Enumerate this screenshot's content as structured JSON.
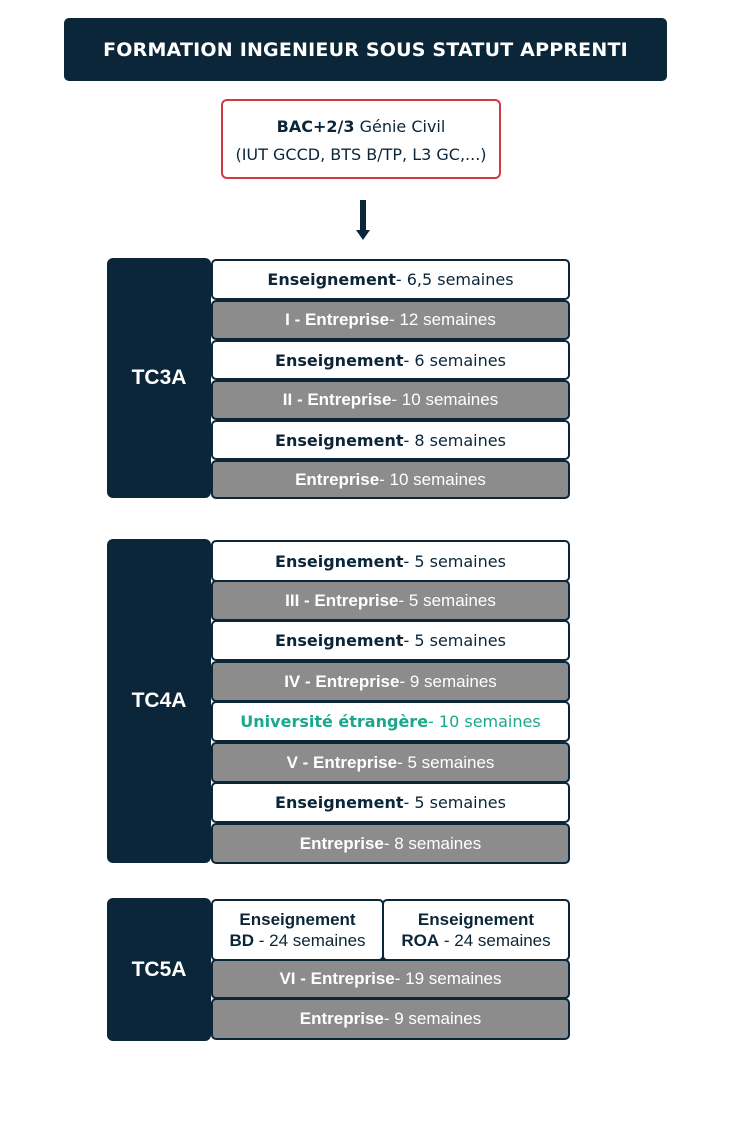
{
  "title": "FORMATION INGENIEUR SOUS STATUT APPRENTI",
  "prereq": {
    "bold": "BAC+2/3",
    "text": " Génie Civil",
    "line2": "(IUT GCCD, BTS B/TP, L3 GC,...)"
  },
  "tc3a": {
    "label": "TC3A",
    "rows": [
      {
        "b": "Enseignement",
        "t": " - 6,5 semaines"
      },
      {
        "b": "I - Entreprise",
        "t": " - 12 semaines"
      },
      {
        "b": "Enseignement",
        "t": " - 6 semaines"
      },
      {
        "b": "II - Entreprise",
        "t": " - 10 semaines"
      },
      {
        "b": "Enseignement",
        "t": " - 8 semaines"
      },
      {
        "b": "Entreprise",
        "t": " - 10 semaines"
      }
    ]
  },
  "tc4a": {
    "label": "TC4A",
    "rows": [
      {
        "b": "Enseignement",
        "t": " - 5 semaines"
      },
      {
        "b": "III - Entreprise",
        "t": " - 5 semaines"
      },
      {
        "b": "Enseignement",
        "t": " - 5 semaines"
      },
      {
        "b": "IV - Entreprise",
        "t": " - 9 semaines"
      },
      {
        "b": "Université étrangère",
        "t": " - 10 semaines"
      },
      {
        "b": "V - Entreprise",
        "t": " - 5 semaines"
      },
      {
        "b": "Enseignement",
        "t": " - 5 semaines"
      },
      {
        "b": "Entreprise",
        "t": " - 8 semaines"
      }
    ]
  },
  "tc5a": {
    "label": "TC5A",
    "bd": {
      "line1": "Enseignement",
      "b": "BD",
      "t": " - 24 semaines"
    },
    "roa": {
      "line1": "Enseignement",
      "b": "ROA",
      "t": " - 24 semaines"
    },
    "rows": [
      {
        "b": "VI - Entreprise",
        "t": " - 19 semaines"
      },
      {
        "b": "Entreprise",
        "t": " - 9 semaines"
      }
    ]
  },
  "colors": {
    "navy": "#0b2638",
    "gray": "#8c8c8c",
    "red": "#d03a44",
    "teal": "#1aa88c"
  }
}
